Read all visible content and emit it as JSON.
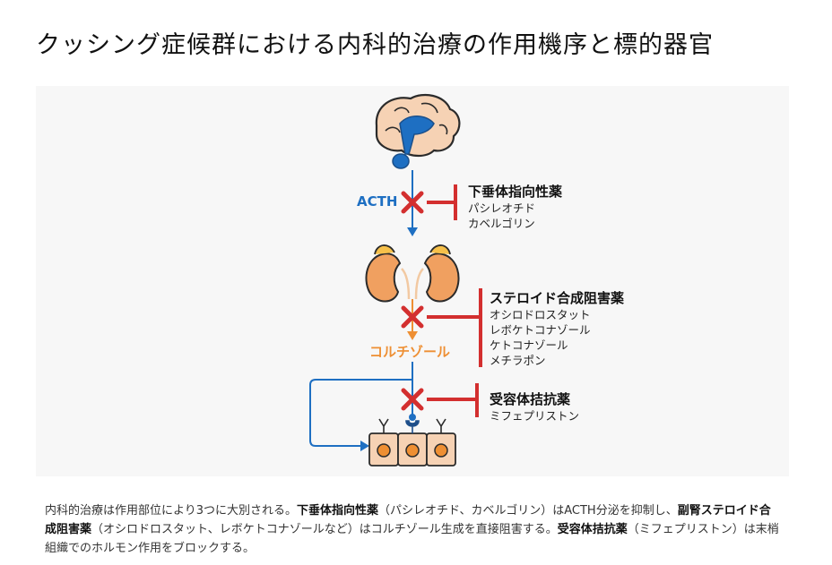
{
  "title": "クッシング症候群における内科的治療の作用機序と標的器官",
  "diagram": {
    "hormones": {
      "acth": "ACTH",
      "cortisol": "コルチゾール"
    },
    "drug_groups": [
      {
        "name": "下垂体指向性薬",
        "drugs": [
          "パシレオチド",
          "カベルゴリン"
        ]
      },
      {
        "name": "ステロイド合成阻害薬",
        "drugs": [
          "オシロドロスタット",
          "レボケトコナゾール",
          "ケトコナゾール",
          "メチラポン"
        ]
      },
      {
        "name": "受容体拮抗薬",
        "drugs": [
          "ミフェプリストン"
        ]
      }
    ],
    "colors": {
      "inhibit": "#d32f2f",
      "acth": "#1e6fc2",
      "cortisol": "#ee8f33",
      "organ": "#f0a060",
      "cell": "#f6d2b4"
    }
  },
  "caption": {
    "p1": "内科的治療は作用部位により3つに大別される。",
    "b1": "下垂体指向性薬",
    "p2": "（パシレオチド、カベルゴリン）はACTH分泌を抑制し、",
    "b2": "副腎ステロイド合成阻害薬",
    "p3": "（オシロドロスタット、レボケトコナゾールなど）はコルチゾール生成を直接阻害する。",
    "b3": "受容体拮抗薬",
    "p4": "（ミフェプリストン）は末梢組織でのホルモン作用をブロックする。"
  }
}
